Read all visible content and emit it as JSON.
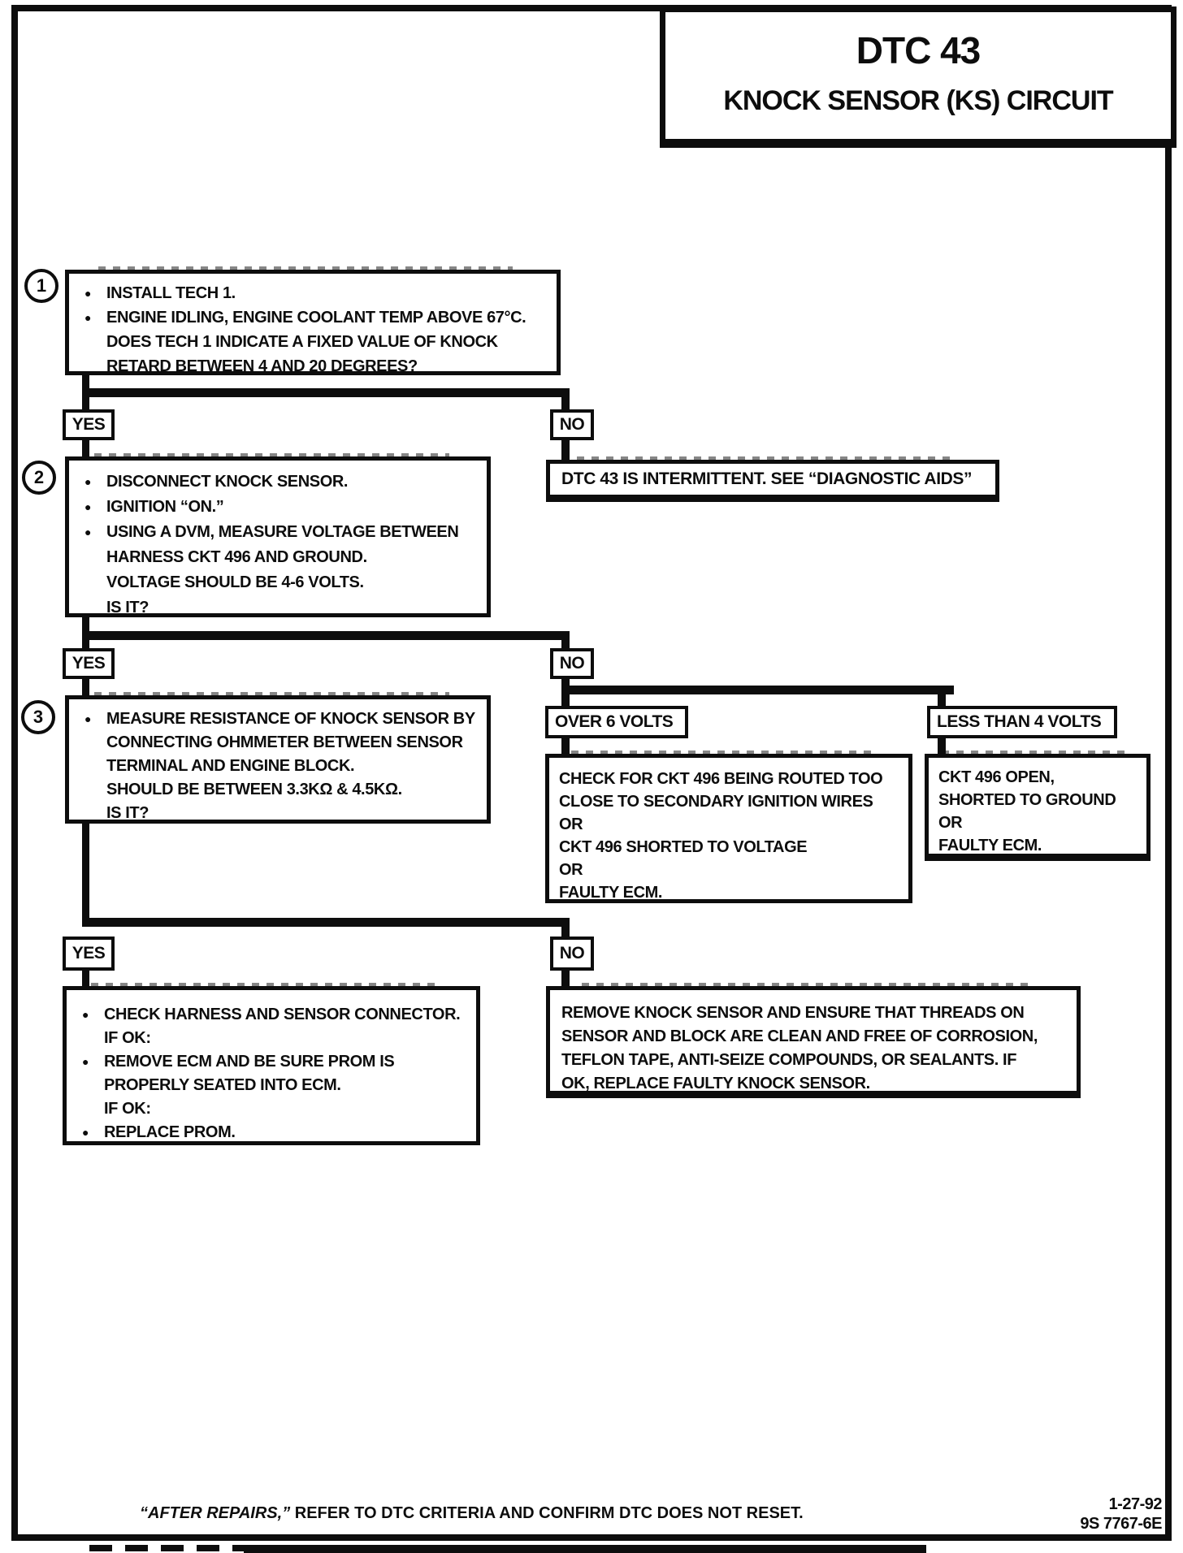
{
  "page": {
    "title": "DTC 43",
    "subtitle": "KNOCK SENSOR (KS) CIRCUIT",
    "footer_quoted": "“AFTER REPAIRS,”",
    "footer_rest": " REFER TO DTC CRITERIA AND CONFIRM DTC DOES NOT RESET.",
    "doc_date": "1-27-92",
    "doc_number": "9S 7767-6E"
  },
  "labels": {
    "yes": "YES",
    "no": "NO"
  },
  "glyphs": {
    "bullet": "●"
  },
  "steps": {
    "step1": {
      "number": "1",
      "lines": [
        "INSTALL TECH 1.",
        "ENGINE IDLING, ENGINE COOLANT TEMP ABOVE 67°C.",
        "DOES TECH 1 INDICATE A FIXED VALUE OF KNOCK",
        "RETARD BETWEEN 4 AND 20 DEGREES?"
      ]
    },
    "step2": {
      "number": "2",
      "lines": [
        "DISCONNECT KNOCK SENSOR.",
        "IGNITION “ON.”",
        "USING A DVM, MEASURE VOLTAGE BETWEEN",
        "HARNESS CKT 496 AND GROUND.",
        "VOLTAGE SHOULD BE 4-6 VOLTS.",
        "IS IT?"
      ]
    },
    "step3": {
      "number": "3",
      "lines": [
        "MEASURE RESISTANCE OF KNOCK SENSOR BY",
        "CONNECTING OHMMETER BETWEEN SENSOR",
        "TERMINAL AND ENGINE BLOCK.",
        "SHOULD BE BETWEEN 3.3KΩ & 4.5KΩ.",
        "IS IT?"
      ]
    }
  },
  "results": {
    "intermittent": "DTC 43 IS INTERMITTENT.  SEE “DIAGNOSTIC AIDS”",
    "over6": "OVER 6 VOLTS",
    "less4": "LESS THAN 4 VOLTS",
    "check_routing": {
      "lines": [
        "CHECK FOR CKT 496 BEING ROUTED TOO",
        "CLOSE TO SECONDARY IGNITION WIRES",
        "OR",
        "CKT 496 SHORTED TO VOLTAGE",
        "OR",
        "FAULTY ECM."
      ]
    },
    "ckt_open": {
      "lines": [
        "CKT 496 OPEN,",
        "SHORTED TO GROUND",
        "OR",
        "FAULTY ECM."
      ]
    },
    "final_yes": {
      "lines": [
        "CHECK HARNESS AND SENSOR CONNECTOR.",
        "IF OK:",
        "REMOVE ECM AND BE SURE PROM IS",
        "PROPERLY SEATED INTO ECM.",
        "IF OK:",
        "REPLACE PROM."
      ]
    },
    "final_no": {
      "lines": [
        "REMOVE KNOCK SENSOR AND ENSURE THAT THREADS ON",
        "SENSOR AND BLOCK ARE CLEAN AND FREE OF CORROSION,",
        "TEFLON TAPE, ANTI-SEIZE COMPOUNDS, OR SEALANTS.  IF",
        "OK, REPLACE FAULTY KNOCK SENSOR."
      ]
    }
  }
}
